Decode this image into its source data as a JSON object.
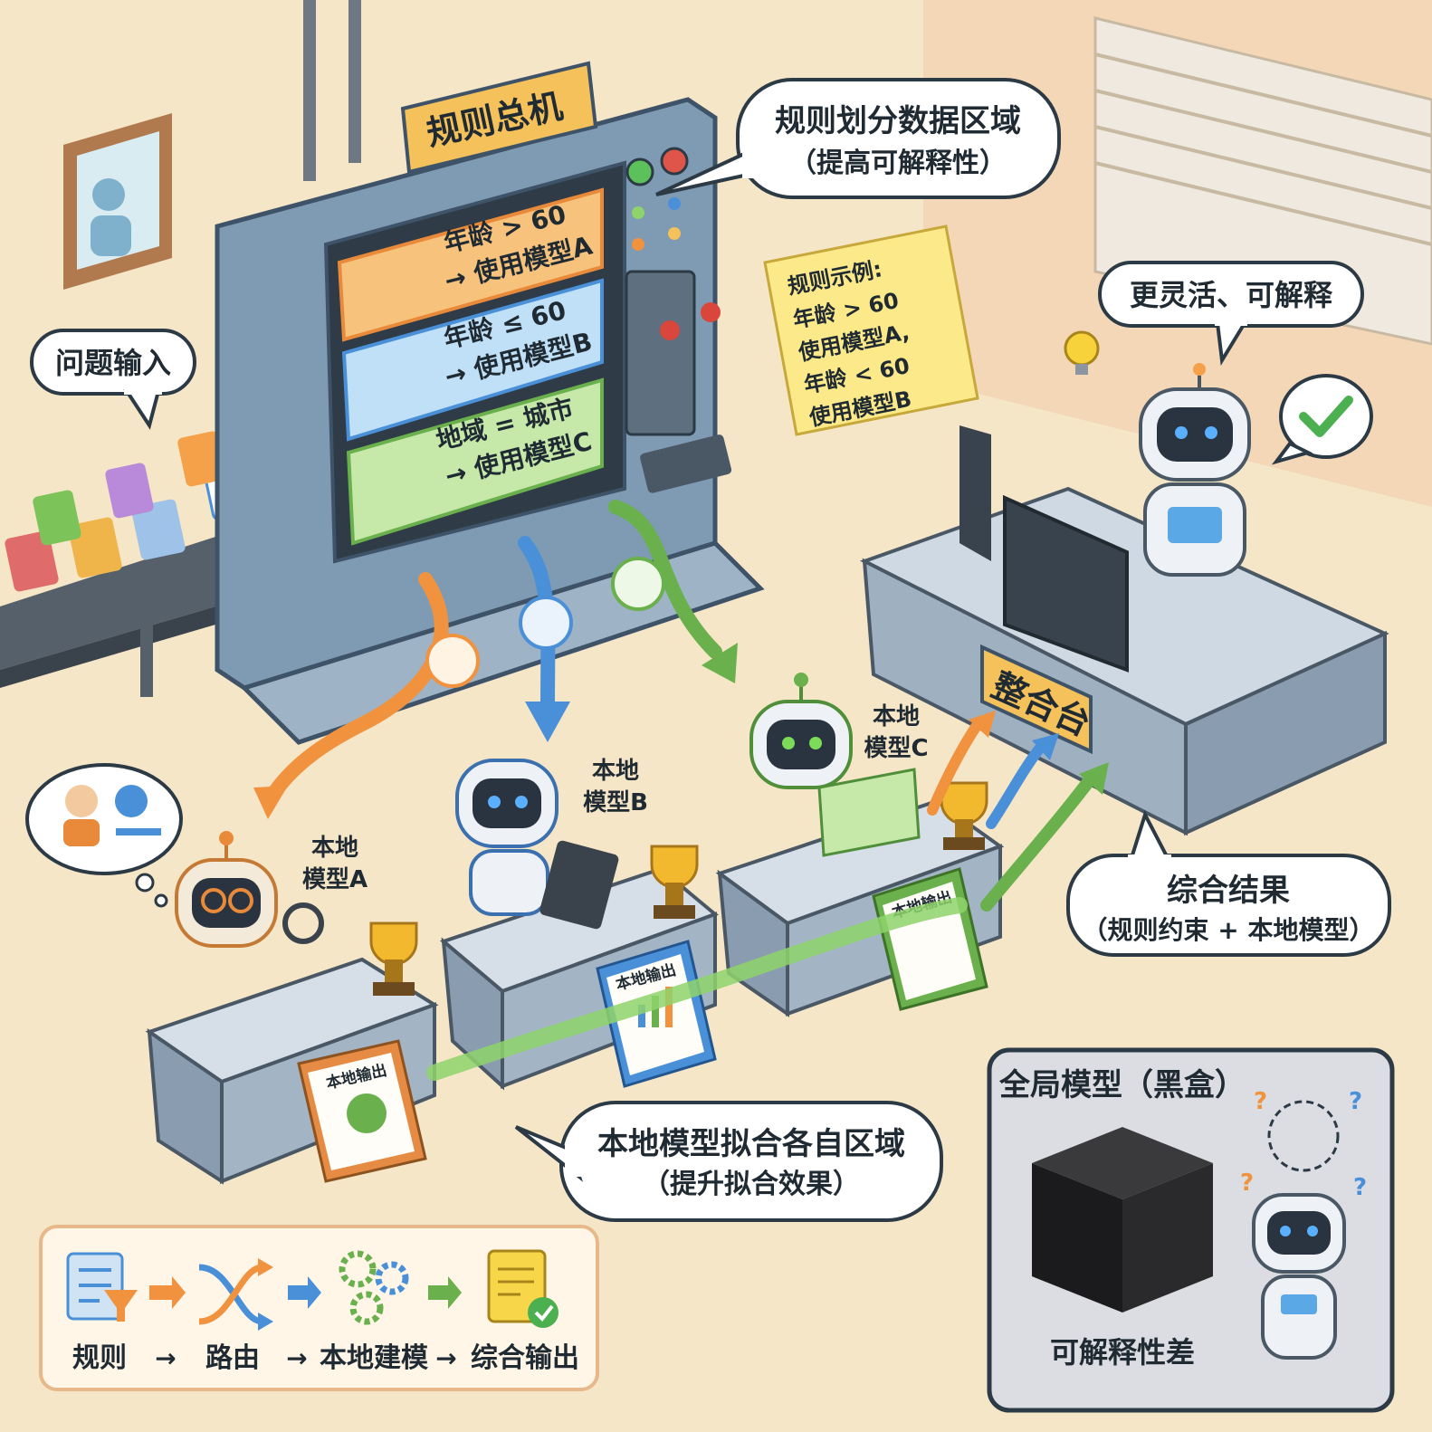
{
  "machine": {
    "title": "规则总机",
    "rules": [
      {
        "line1": "年龄 > 60",
        "line2": "→ 使用模型A",
        "color": "#f5a14a"
      },
      {
        "line1": "年龄 ≤ 60",
        "line2": "→ 使用模型B",
        "color": "#5aa9e6"
      },
      {
        "line1": "地域 = 城市",
        "line2": "→ 使用模型C",
        "color": "#7cc35a"
      }
    ]
  },
  "callouts": {
    "input": "问题输入",
    "partition_title": "规则划分数据区域",
    "partition_sub": "（提高可解释性）",
    "flexible": "更灵活、可解释",
    "local_fit_title": "本地模型拟合各自区域",
    "local_fit_sub": "（提升拟合效果）",
    "result_title": "综合结果",
    "result_sub": "（规则约束 + 本地模型）"
  },
  "sticky_note": {
    "lines": [
      "规则示例:",
      "年龄 > 60",
      "使用模型A,",
      "年龄 < 60",
      "使用模型B"
    ]
  },
  "local_models": [
    {
      "line1": "本地",
      "line2": "模型A",
      "output": "本地输出",
      "color": "#e98a3a"
    },
    {
      "line1": "本地",
      "line2": "模型B",
      "output": "本地输出",
      "color": "#4a90d9"
    },
    {
      "line1": "本地",
      "line2": "模型C",
      "output": "本地输出",
      "color": "#6ab04c"
    }
  ],
  "integration": {
    "label": "整合台"
  },
  "global_model": {
    "title": "全局模型（黑盒）",
    "caption": "可解释性差"
  },
  "legend": {
    "steps": [
      "规则",
      "路由",
      "本地建模",
      "综合输出"
    ],
    "arrow": "→"
  },
  "colors": {
    "orange": "#f0923e",
    "blue": "#4a90d9",
    "green": "#6ab04c",
    "machine": "#7f9ab3"
  }
}
